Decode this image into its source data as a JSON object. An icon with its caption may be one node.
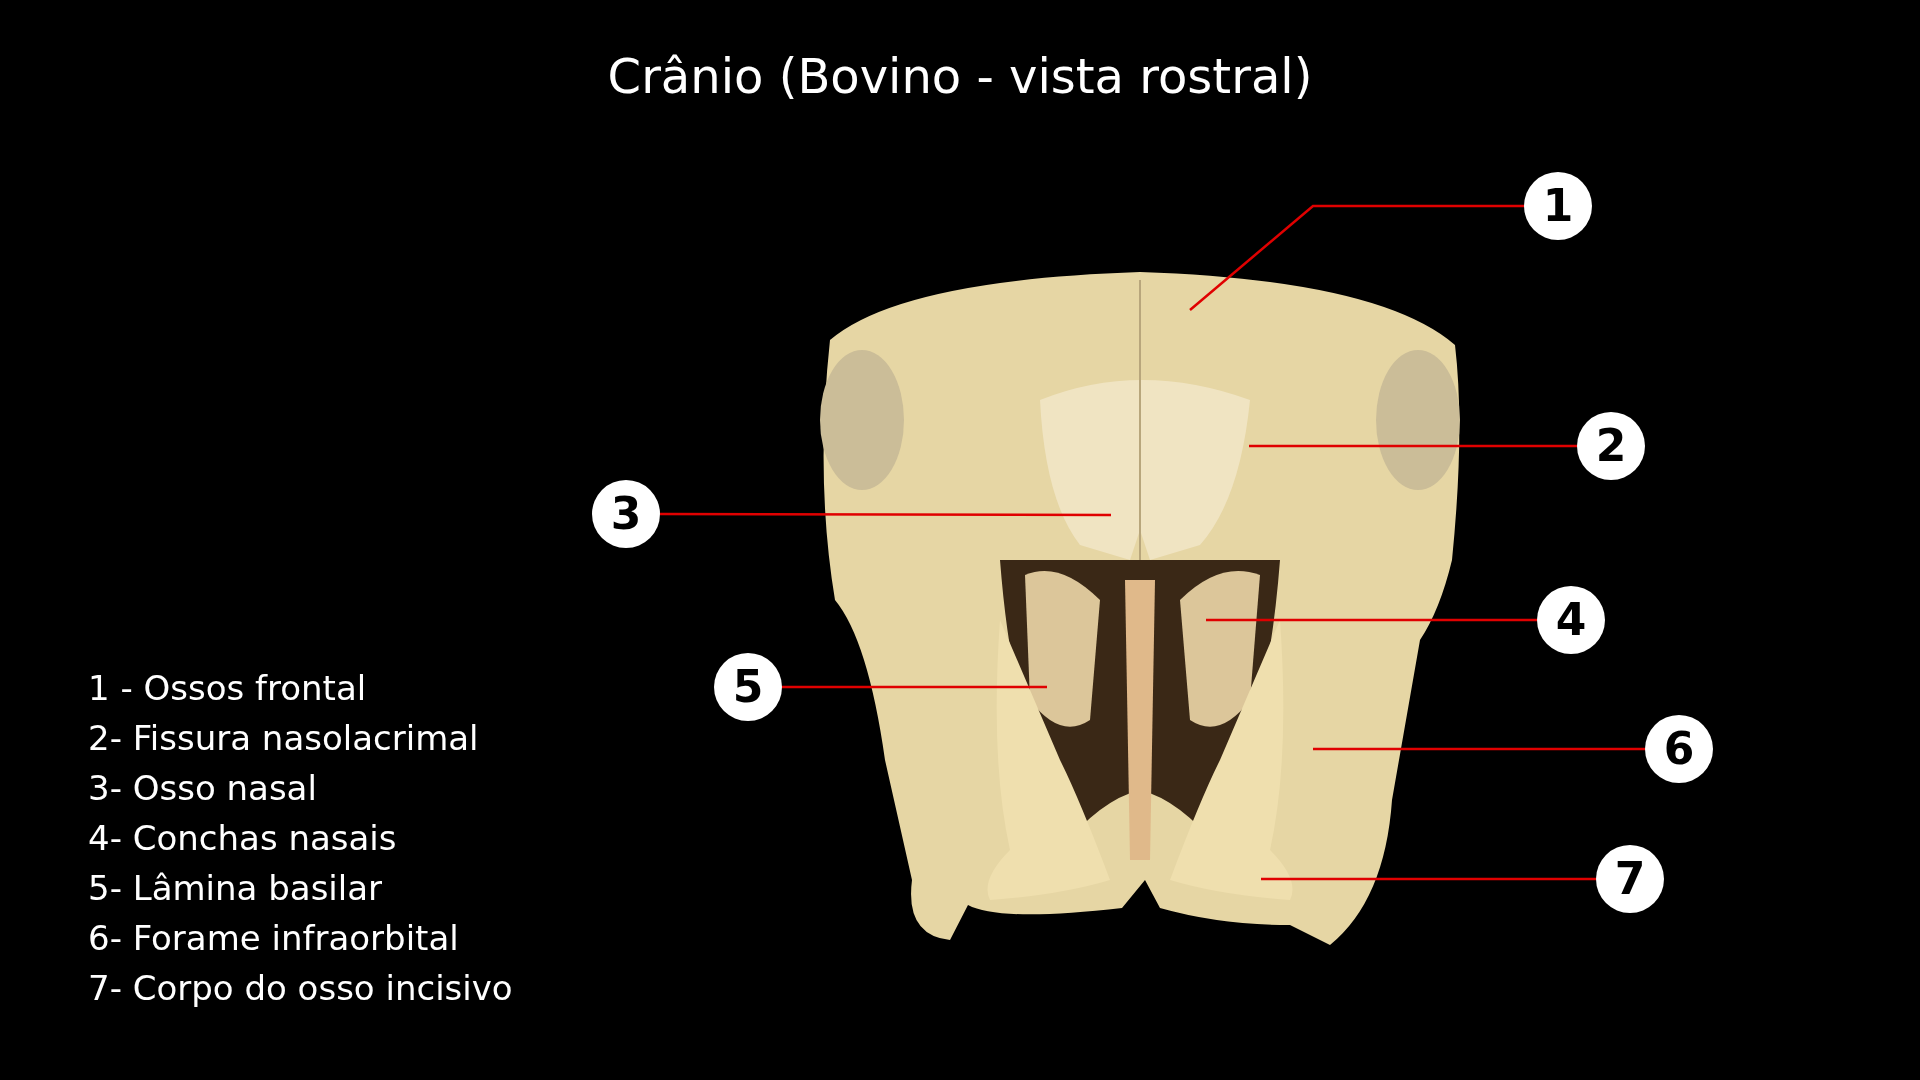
{
  "diagram": {
    "title": "Crânio (Bovino - vista rostral)",
    "nodes": [
      {
        "text": [
          "1"
        ]
      },
      {
        "text": [
          "2"
        ]
      },
      {
        "text": [
          "3"
        ]
      },
      {
        "text": [
          "4"
        ]
      },
      {
        "text": [
          "5"
        ]
      },
      {
        "text": [
          "6"
        ]
      },
      {
        "text": [
          "7"
        ]
      }
    ],
    "edges": [
      {
        "from": 0,
        "to": null,
        "arrow": "none",
        "color": "#e00000"
      },
      {
        "from": 1,
        "to": null,
        "arrow": "none",
        "color": "#e00000"
      },
      {
        "from": 2,
        "to": null,
        "arrow": "none",
        "color": "#e00000"
      },
      {
        "from": 3,
        "to": null,
        "arrow": "none",
        "color": "#e00000"
      },
      {
        "from": 4,
        "to": null,
        "arrow": "none",
        "color": "#e00000"
      },
      {
        "from": 5,
        "to": null,
        "arrow": "none",
        "color": "#e00000"
      },
      {
        "from": 6,
        "to": null,
        "arrow": "none",
        "color": "#e00000"
      }
    ],
    "labels": [
      "1 - Ossos frontal",
      "2- Fissura nasolacrimal",
      "3- Osso nasal",
      "4- Conchas nasais",
      "5- Lâmina basilar",
      "6- Forame infraorbital",
      "7- Corpo do osso incisivo"
    ]
  }
}
